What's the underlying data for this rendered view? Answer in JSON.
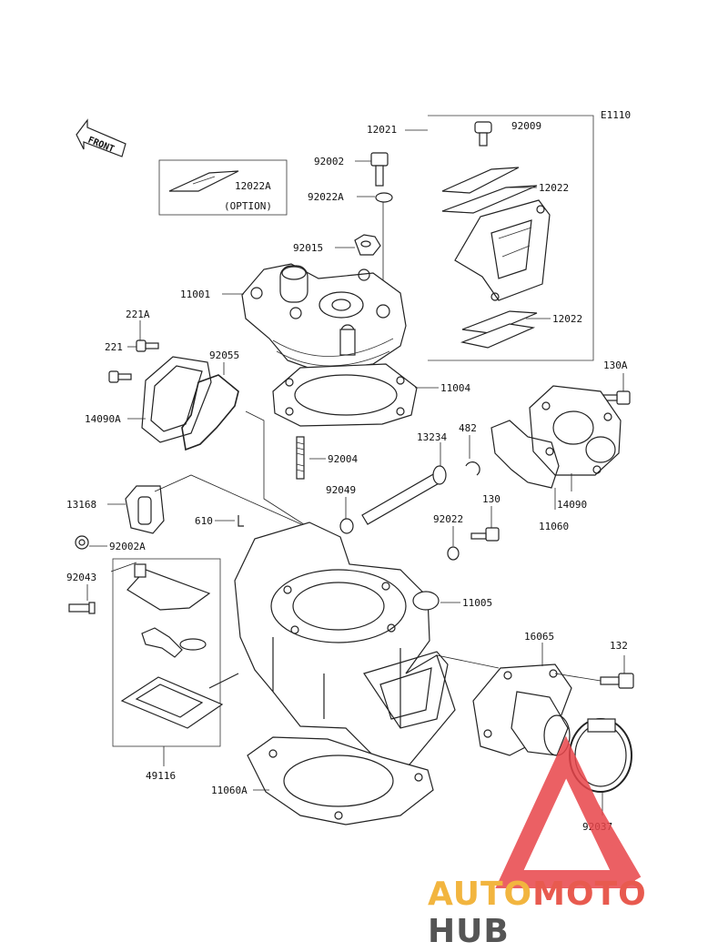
{
  "figure_code": "E1110",
  "front_label": "FRONT",
  "option_note": "(OPTION)",
  "parts": {
    "p12021": "12021",
    "p92009": "92009",
    "p92002": "92002",
    "p12022a": "12022A",
    "p92022a": "92022A",
    "p12022_top": "12022",
    "p92015": "92015",
    "p11001": "11001",
    "p12022_bot": "12022",
    "p221a": "221A",
    "p221": "221",
    "p92055": "92055",
    "p130a": "130A",
    "p11004": "11004",
    "p14090a": "14090A",
    "p13234": "13234",
    "p482": "482",
    "p92004": "92004",
    "p13168": "13168",
    "p92049": "92049",
    "p130": "130",
    "p14090": "14090",
    "p610": "610",
    "p92022": "92022",
    "p11060": "11060",
    "p92002a": "92002A",
    "p92043": "92043",
    "p11005": "11005",
    "p16065": "16065",
    "p132": "132",
    "p49116": "49116",
    "p11060a": "11060A",
    "p92037": "92037"
  },
  "watermark": {
    "part1": "AUTO",
    "part2": "MOTO",
    "part3": "HUB",
    "color_auto": "#f2b53f",
    "color_moto": "#e85a4f",
    "color_hub": "#555555",
    "logo_color": "#e8454a"
  }
}
